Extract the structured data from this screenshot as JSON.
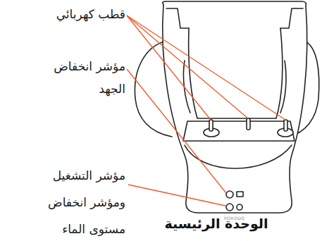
{
  "diagram": {
    "caption": "الوحدة الرئيسية",
    "labels": [
      "قطب كهربائي",
      "مؤشر انخفاض الجهد",
      "مؤشر التشغيل ومؤشر انخفاض مستوى الماء",
      "PORODO"
    ]
  }
}
